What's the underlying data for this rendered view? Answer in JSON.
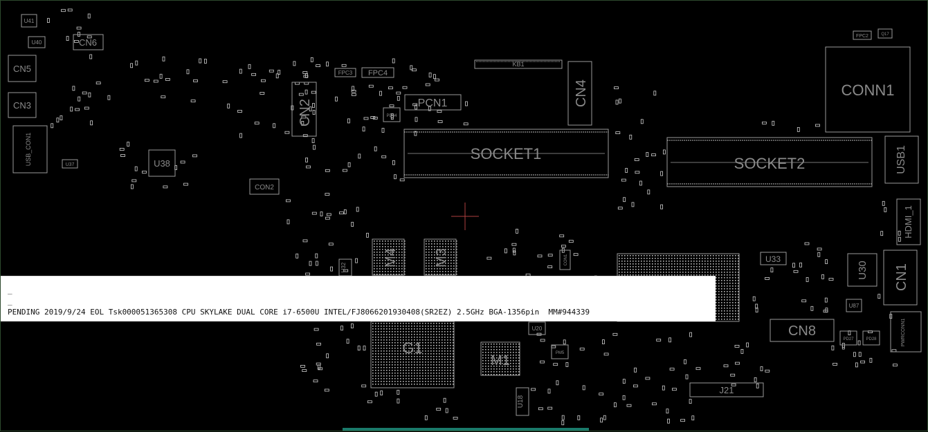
{
  "components": {
    "conn1": "CONN1",
    "socket1": "SOCKET1",
    "socket2": "SOCKET2",
    "cn1": "CN1",
    "cn2": "CN2",
    "cn3": "CN3",
    "cn4": "CN4",
    "cn5": "CN5",
    "cn6": "CN6",
    "cn8": "CN8",
    "pcn1": "PCN1",
    "usb1": "USB1",
    "hdmi1": "HDMI_1",
    "u30": "U30",
    "u33": "U33",
    "u38": "U38",
    "u40": "U40",
    "u41": "U41",
    "u37": "U37",
    "u32": "U32",
    "u20": "U20",
    "u18": "U18",
    "u87": "U87",
    "usb_con1": "USB_CON1",
    "con2": "CON2",
    "con1": "CON1",
    "kb1": "KB1",
    "fpc2": "FPC2",
    "fpc3": "FPC3",
    "fpc4": "FPC4",
    "q17": "Q17",
    "m1": "M1",
    "m3": "M3",
    "m4": "M4",
    "g1": "G1",
    "j21": "J21",
    "pwrconn1": "PWRCONN1",
    "pd44": "PD44",
    "pd27": "PD27",
    "pd28": "PD28",
    "pm5": "PM5"
  },
  "tooltip": {
    "line1": "_",
    "line2": "_",
    "line3": "PENDING 2019/9/24 EOL Tsk000051365308 CPU SKYLAKE DUAL CORE i7-6500U INTEL/FJ8066201930408(SR2EZ) 2.5GHz BGA-1356pin  MM#944339"
  }
}
